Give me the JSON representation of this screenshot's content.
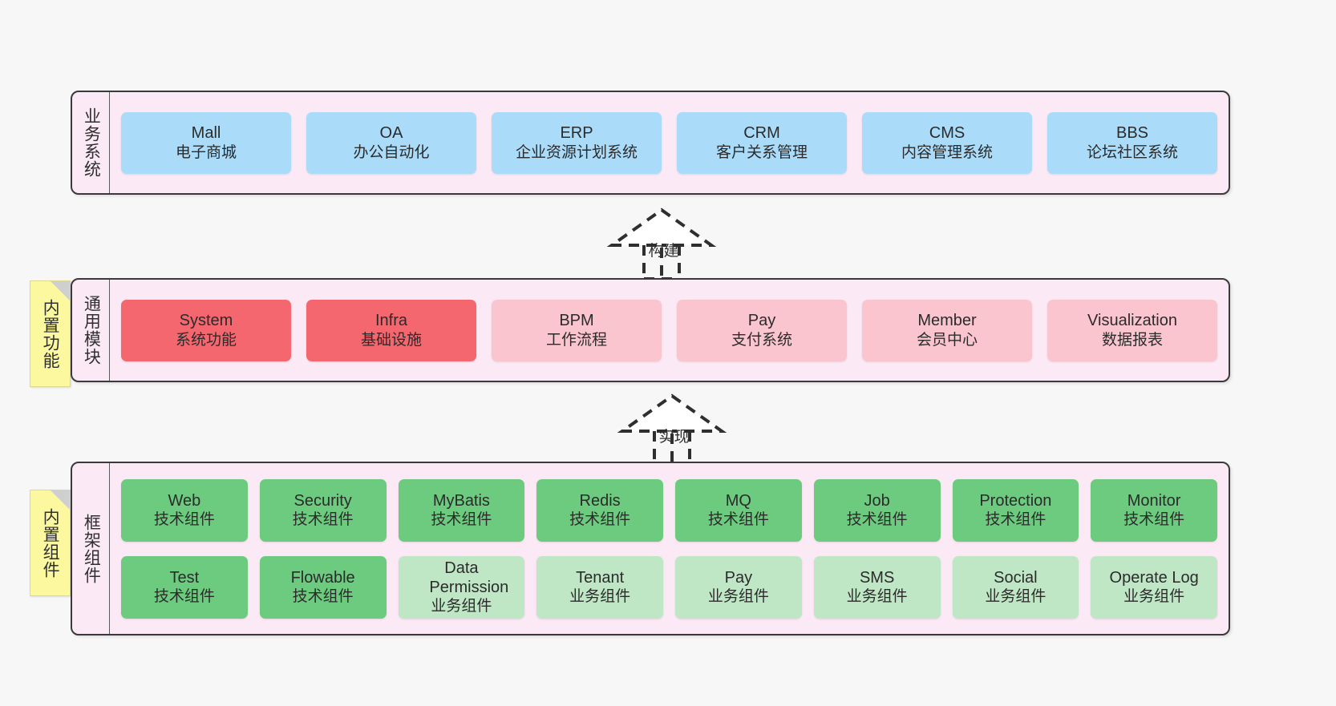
{
  "theme": {
    "page_background": "#f7f7f7",
    "layer_background": "#fbeaf5",
    "layer_border": "#3a3a3a",
    "sticky_background": "#fbf8a0",
    "blue": "#aadcfa",
    "red_strong": "#f4676f",
    "red_light": "#fbc5cf",
    "green_strong": "#6ccb7e",
    "green_light": "#bfe7c6"
  },
  "layers": [
    {
      "id": "business-system",
      "label": "业务系统",
      "rows": [
        {
          "items": [
            {
              "title": "Mall",
              "sub": "电子商城",
              "style": "blue"
            },
            {
              "title": "OA",
              "sub": "办公自动化",
              "style": "blue"
            },
            {
              "title": "ERP",
              "sub": "企业资源计划系统",
              "style": "blue"
            },
            {
              "title": "CRM",
              "sub": "客户关系管理",
              "style": "blue"
            },
            {
              "title": "CMS",
              "sub": "内容管理系统",
              "style": "blue"
            },
            {
              "title": "BBS",
              "sub": "论坛社区系统",
              "style": "blue"
            }
          ]
        }
      ]
    },
    {
      "id": "common-module",
      "label": "通用模块",
      "rows": [
        {
          "items": [
            {
              "title": "System",
              "sub": "系统功能",
              "style": "red-strong"
            },
            {
              "title": "Infra",
              "sub": "基础设施",
              "style": "red-strong"
            },
            {
              "title": "BPM",
              "sub": "工作流程",
              "style": "red-light"
            },
            {
              "title": "Pay",
              "sub": "支付系统",
              "style": "red-light"
            },
            {
              "title": "Member",
              "sub": "会员中心",
              "style": "red-light"
            },
            {
              "title": "Visualization",
              "sub": "数据报表",
              "style": "red-light"
            }
          ]
        }
      ]
    },
    {
      "id": "framework-component",
      "label": "框架组件",
      "rows": [
        {
          "items": [
            {
              "title": "Web",
              "sub": "技术组件",
              "style": "green-strong"
            },
            {
              "title": "Security",
              "sub": "技术组件",
              "style": "green-strong"
            },
            {
              "title": "MyBatis",
              "sub": "技术组件",
              "style": "green-strong"
            },
            {
              "title": "Redis",
              "sub": "技术组件",
              "style": "green-strong"
            },
            {
              "title": "MQ",
              "sub": "技术组件",
              "style": "green-strong"
            },
            {
              "title": "Job",
              "sub": "技术组件",
              "style": "green-strong"
            },
            {
              "title": "Protection",
              "sub": "技术组件",
              "style": "green-strong"
            },
            {
              "title": "Monitor",
              "sub": "技术组件",
              "style": "green-strong"
            }
          ]
        },
        {
          "items": [
            {
              "title": "Test",
              "sub": "技术组件",
              "style": "green-strong"
            },
            {
              "title": "Flowable",
              "sub": "技术组件",
              "style": "green-strong"
            },
            {
              "title": "Data Permission",
              "sub": "业务组件",
              "style": "green-light"
            },
            {
              "title": "Tenant",
              "sub": "业务组件",
              "style": "green-light"
            },
            {
              "title": "Pay",
              "sub": "业务组件",
              "style": "green-light"
            },
            {
              "title": "SMS",
              "sub": "业务组件",
              "style": "green-light"
            },
            {
              "title": "Social",
              "sub": "业务组件",
              "style": "green-light"
            },
            {
              "title": "Operate Log",
              "sub": "业务组件",
              "style": "green-light"
            }
          ]
        }
      ]
    }
  ],
  "sticky_notes": [
    {
      "id": "builtin-function",
      "text": "内置功能"
    },
    {
      "id": "builtin-component",
      "text": "内置组件"
    }
  ],
  "arrows": [
    {
      "id": "build-arrow",
      "label": "构建"
    },
    {
      "id": "implement-arrow",
      "label": "实现"
    }
  ]
}
